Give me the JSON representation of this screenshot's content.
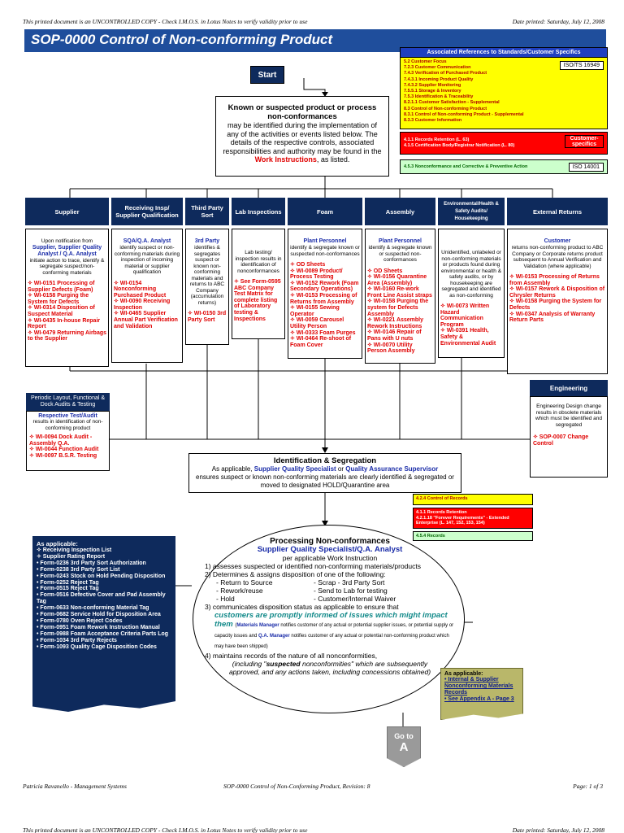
{
  "header": {
    "left": "This printed document is an UNCONTROLLED COPY  -  Check I.M.O.S. in Lotus Notes to verify validity prior to use",
    "right": "Date printed:  Saturday, July 12, 2008"
  },
  "title": "SOP-0000  Control of Non-conforming Product",
  "standards": {
    "heading": "Associated References to Standards/Customer Specifics",
    "yellow_items": [
      "5.2  Customer Focus",
      "7.2.3  Customer Communication",
      "7.4.3  Verification of Purchased Product",
      "7.4.3.1  Incoming Product Quality",
      "7.4.3.2  Supplier Monitoring",
      "7.5.5.1  Storage & Inventory",
      "7.5.3  Identification & Traceability",
      "8.2.1.1  Customer Satisfaction - Supplemental",
      "8.3  Control of Non-conforming Product",
      "8.3.1  Control of Non-conforming Product - Supplemental",
      "8.3.3  Customer Information"
    ],
    "yellow_tag": "ISO/TS 16949",
    "red_items": [
      "4.1.1  Records Retention (L. 63)",
      "4.1.5  Certification Body/Registrar Notification (L. 80)"
    ],
    "red_tag": "Customer-specifics",
    "green_item": "4.5.3 Nonconformance and Corrective & Preventive Action",
    "green_tag": "ISO 14001"
  },
  "start": "Start",
  "intro": {
    "heading": "Known or suspected product or process non-conformances",
    "body": "may be identified during the implementation of any of the activities or events listed below.  The details of the respective controls, associated responsibilities and authority may be found in the",
    "link": "Work Instructions",
    "tail": ", as listed."
  },
  "columns": [
    {
      "header": "Supplier",
      "lead": "Upon notification from",
      "role": "Supplier, Supplier Quality Analyst / Q.A. Analyst",
      "desc": "initiate action to trace, identify & segregate suspect/non-conforming materials",
      "items": [
        "WI-0151 Processing of Supplier Defects (Foam)",
        "WI-0158 Purging the System for Defects",
        "WI-0314 Disposition of Suspect Material",
        "WI-0435  In-house Repair Report",
        "WI-0479  Returning Airbags to the Supplier"
      ]
    },
    {
      "header": "Receiving Insp/ Supplier Qualification",
      "lead": "",
      "role": "SQA/Q.A. Analyst",
      "desc": "identify suspect or non-conforming materials during inspection of incoming material or supplier qualification",
      "items": [
        "WI-0154 Nonconforming Purchased Product",
        "WI-0090 Receiving Inspection",
        "WI-0465  Supplier Annual Part Verification and Validation"
      ]
    },
    {
      "header": "Third Party Sort",
      "lead": "",
      "role": "3rd Party",
      "desc": "identifies & segregates suspect or known non-conforming materials and returns to ABC Company (accumulation returns)",
      "items": [
        "WI-0150 3rd Party Sort"
      ]
    },
    {
      "header": "Lab Inspections",
      "lead": "",
      "role": "",
      "desc": "Lab testing/ inspection results in identification of nonconformances",
      "items": [
        "See Form-0595 ABC Company Test Matrix for complete listing of Laboratory testing & Inspections"
      ]
    },
    {
      "header": "Foam",
      "lead": "",
      "role": "Plant Personnel",
      "desc": "identify & segregate known or suspected non-conformances",
      "items": [
        "OD Sheets",
        "WI-0089  Product/ Process Testing",
        "WI-0152  Rework (Foam Secondary Operations)",
        "WI-0153  Processing of Returns from Assembly",
        "WI-0155 Sewing Operator",
        "WI-0059 Carousel Utility Person",
        "WI-0333  Foam Purges",
        "WI-0464  Re-shoot of Foam Cover"
      ]
    },
    {
      "header": "Assembly",
      "lead": "",
      "role": "Plant Personnel",
      "desc": "identify & segregate known or suspected non-conformances",
      "items": [
        "OD Sheets",
        "WI-0156 Quarantine Area (Assembly)",
        "WI-0160  Re-work Front Line Assist straps",
        "WI-0158 Purging the system for Defects Assembly",
        "WI-0221 Assembly Rework Instructions",
        "WI-0146 Repair of Pans with U nuts",
        "WI-0070 Utility Person Assembly"
      ]
    },
    {
      "header": "Environmental/Health & Safety Audits/ Housekeeping",
      "lead": "",
      "role": "",
      "desc": "Unidentified, unlabeled or non-conforming materials or products found during environmental or health & safety audits, or by housekeeping are segregated and identified as non-conforming",
      "items": [
        "WI-0073 Written Hazard Communication Program",
        "WI-0391 Health, Safety & Environmental Audit"
      ]
    },
    {
      "header": "External Returns",
      "lead": "",
      "role": "Customer",
      "desc": "returns non-conforming product to ABC Company or Corporate returns product subsequent to Annual Verification and Validation (where applicable)",
      "items": [
        "WI-0153  Processing of Returns from Assembly",
        "WI-0157 Rework & Disposition of Chrysler Returns",
        "WI-0158  Purging the System for Defects",
        "WI-0347 Analysis of Warranty Return Parts"
      ]
    }
  ],
  "periodic": {
    "header": "Periodic Layout, Functional & Dock Audits & Testing",
    "role": "Respective Test/Audit",
    "desc": "results in identification of non-conforming product",
    "items": [
      "WI-0094  Dock Audit - Assembly Q.A.",
      "WI-0044  Function Audit",
      "WI-0097  B.S.R. Testing"
    ]
  },
  "engineering": {
    "header": "Engineering",
    "desc": "Engineering Design change results in obsolete materials which must be identified and segregated",
    "items": [
      "SOP-0007 Change Control"
    ]
  },
  "identification": {
    "heading": "Identification & Segregation",
    "pre": "As applicable, ",
    "role1": "Supplier Quality Specialist",
    "mid": " or ",
    "role2": "Quality Assurance Supervisor",
    "body": "ensures suspect or known non-conforming materials are clearly identified & segregated or moved to designated HOLD/Quarantine area"
  },
  "records_refs": {
    "yellow": "4.2.4  Control of Records",
    "red": [
      "4.1.1  Records Retention",
      "4.2.1.18  \"Forever Requirements\" - Extended Enterprise  (L. 147, 152, 153, 154)"
    ],
    "green": "4.5.4  Records"
  },
  "forms": {
    "heading": "As applicable:",
    "items": [
      "Receiving Inspection List",
      "Supplier Rating Report",
      "Form-0236 3rd Party Sort Authorization",
      "Form-0238 3rd Party Sort List",
      "Form-0243  Stock on Hold Pending Disposition",
      "Form-0252 Reject Tag",
      "Form-0515 Reject Tag",
      "Form-0516 Defective Cover and Pad Assembly Tag",
      "Form-0633  Non-conforming Material Tag",
      "Form-0682  Service Hold for Disposition Area",
      "Form-0780 Oven Reject Codes",
      "Form-0951 Foam Rework Instruction Manual",
      "Form-0988 Foam Acceptance Criteria Parts Log",
      "Form-1034 3rd Party Rejects",
      "Form-1093 Quality Cage Disposition Codes"
    ]
  },
  "processing": {
    "heading": "Processing Non-conformances",
    "role": "Supplier Quality Specialist/Q.A. Analyst",
    "sub": "per applicable Work Instruction",
    "step1": "1)  assesses suspected or identified non-conforming materials/products",
    "step2": "2)  Determines & assigns disposition of one of the following:",
    "options_left": [
      "Return to Source",
      "Rework/reuse",
      "Hold"
    ],
    "options_right": [
      "Scrap -  3rd Party Sort",
      "Send to Lab for testing",
      "Customer/Internal Waiver"
    ],
    "step3": "3)  communicates disposition status as applicable  to ensure that",
    "highlight": "customers are promptly informed of issues which might impact them",
    "mm": "Materials Manager",
    "mm_text": " notifies customer of any actual or potential supplier issues, or potential supply or capacity issues and ",
    "qa": "Q.A. Manager",
    "qa_text": " notifies customer of any actual or potential non-conforming product which may have been shipped)",
    "step4": "4)  maintains records of the nature of all nonconformities,",
    "step4b_pre": "(including \"",
    "step4b_em": "suspected",
    "step4b_post": " nonconformities\" which are subsequently approved, and any actions taken, including concessions obtained)"
  },
  "records_note": {
    "heading": "As applicable:",
    "items": [
      "Internal & Supplier Nonconforming Materials Records",
      "See Appendix A - Page 3"
    ]
  },
  "goto": {
    "label": "Go to",
    "target": "A"
  },
  "footer": {
    "left": "Patricia Ravanello - Management Systems",
    "center": "SOP-0000  Control of Non-Conforming Product, Revision:  8",
    "right": "Page:  1 of 3"
  },
  "colors": {
    "navy": "#0e2a5c",
    "title_blue": "#1f4e9c",
    "red": "#e00000",
    "yellow": "#ffff00",
    "green_tag": "#ccffcc"
  }
}
